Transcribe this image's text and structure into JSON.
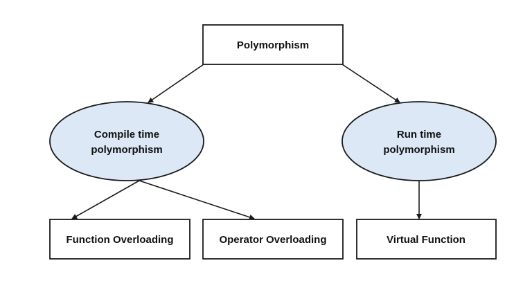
{
  "diagram": {
    "title": "Polymorphism",
    "colors": {
      "ellipse_fill": "#dce8f5",
      "stroke": "#1a1a1a",
      "box_fill": "#ffffff",
      "text": "#111111"
    },
    "nodes": {
      "root": {
        "label": "Polymorphism",
        "shape": "rectangle"
      },
      "compile_time": {
        "line1": "Compile time",
        "line2": "polymorphism",
        "shape": "ellipse"
      },
      "run_time": {
        "line1": "Run time",
        "line2": "polymorphism",
        "shape": "ellipse"
      },
      "function_overloading": {
        "label": "Function Overloading",
        "shape": "rectangle"
      },
      "operator_overloading": {
        "label": "Operator Overloading",
        "shape": "rectangle"
      },
      "virtual_function": {
        "label": "Virtual Function",
        "shape": "rectangle"
      }
    },
    "edges": [
      {
        "from": "root",
        "to": "compile_time"
      },
      {
        "from": "root",
        "to": "run_time"
      },
      {
        "from": "compile_time",
        "to": "function_overloading"
      },
      {
        "from": "compile_time",
        "to": "operator_overloading"
      },
      {
        "from": "run_time",
        "to": "virtual_function"
      }
    ]
  }
}
